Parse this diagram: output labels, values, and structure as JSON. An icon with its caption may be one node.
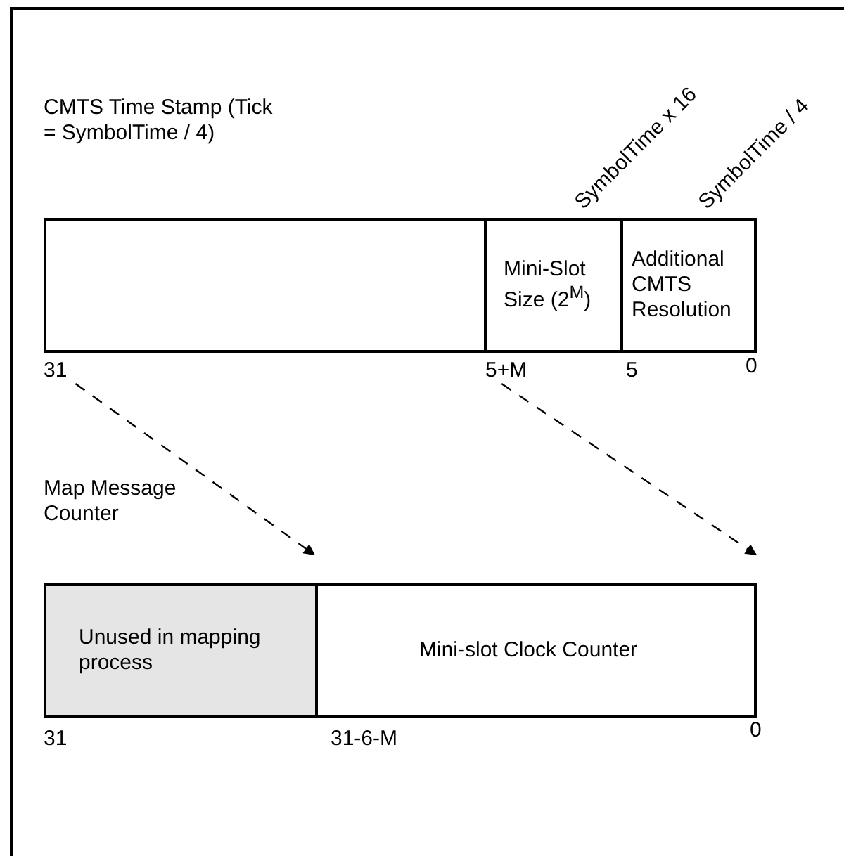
{
  "diagram": {
    "nodes": [
      {
        "text": [],
        "shape": "box"
      },
      {
        "text": [
          "Mini-Slot Size (2$^{M}$)"
        ]
      },
      {
        "text": [
          "Additional CMTS Resolution"
        ]
      },
      {
        "text": [
          "Unused in mapping process"
        ]
      },
      {
        "text": [
          "Mini-slot Clock Counter"
        ]
      },
      {
        "text": [
          "31"
        ]
      },
      {
        "text": [
          "5+M"
        ]
      }
    ],
    "edges": [
      {
        "from": 5,
        "to": 4,
        "arrow": "to",
        "style": "dashed"
      },
      {
        "from": 6,
        "to": 4,
        "arrow": "to",
        "style": "dashed"
      }
    ],
    "labels": [
      "SymbolTime x 16",
      "SymbolTime / 4",
      "CMTS Time Stamp (Tick = SymbolTime / 4)",
      "5",
      "0",
      "Map Message Counter",
      "31",
      "31-6-M",
      "0"
    ]
  }
}
